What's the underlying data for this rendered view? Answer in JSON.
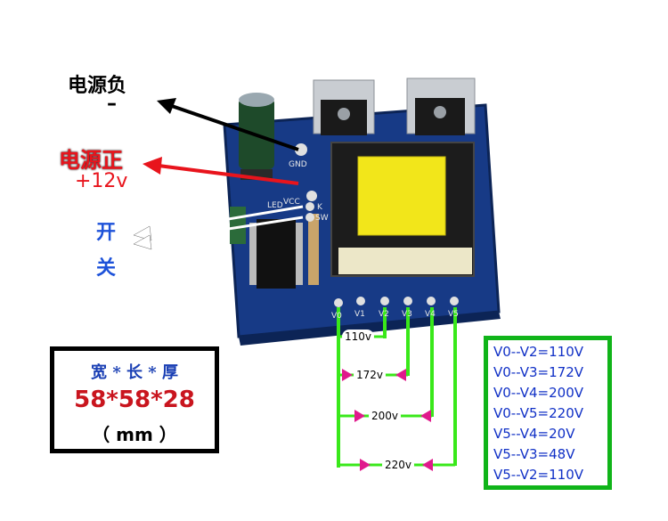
{
  "labels": {
    "power_negative": "电源负",
    "negative_sign": "–",
    "power_positive": "电源正",
    "positive_voltage": "+12v",
    "switch_line1": "开",
    "switch_line2": "关"
  },
  "board_markings": {
    "gnd": "GND",
    "vcc": "VCC",
    "k": "K",
    "sw": "SW",
    "led": "LED",
    "taps": [
      "V0",
      "V1",
      "V2",
      "V3",
      "V4",
      "V5"
    ]
  },
  "dimensions": {
    "title": "宽 * 长 * 厚",
    "value": "58*58*28",
    "unit": "（ mm ）"
  },
  "measure_tags": [
    "110v",
    "172v",
    "200v",
    "220v"
  ],
  "voltage_table": [
    "V0--V2=110V",
    "V0--V3=172V",
    "V0--V4=200V",
    "V0--V5=220V",
    "V5--V4=20V",
    "V5--V3=48V",
    "V5--V2=110V"
  ],
  "colors": {
    "pcb": "#173a86",
    "transformer_core": "#f2e61a",
    "arrow_black": "#000000",
    "arrow_red": "#e8141c",
    "measure_line": "#39e81a",
    "measure_arrow": "#e01a8c",
    "table_border": "#10b419",
    "table_text": "#1030c6"
  }
}
